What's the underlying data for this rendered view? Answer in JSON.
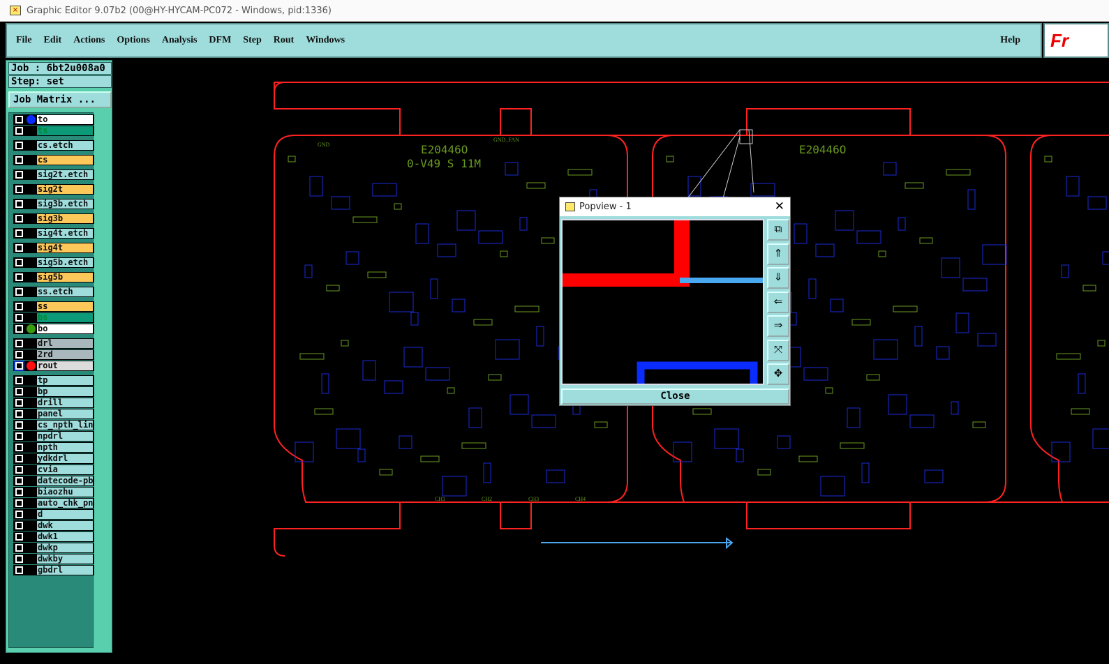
{
  "window": {
    "title": "Graphic Editor 9.07b2 (00@HY-HYCAM-PC072 - Windows, pid:1336)"
  },
  "menu": [
    "File",
    "Edit",
    "Actions",
    "Options",
    "Analysis",
    "DFM",
    "Step",
    "Rout",
    "Windows"
  ],
  "help": "Help",
  "logo": "Fr",
  "job": "Job : 6bt2u008a0",
  "step": "Step: set",
  "job_matrix": "Job Matrix ...",
  "layers": [
    {
      "name": "to",
      "color": "#ffffff",
      "dot": "#0a2cff"
    },
    {
      "name": "ts",
      "color": "#0c9a78"
    },
    {
      "name": "cs.etch",
      "color": "#9fdcdc",
      "gap": 1
    },
    {
      "name": "cs",
      "color": "#fcc85a",
      "gap": 1
    },
    {
      "name": "sig2t.etch",
      "color": "#9fdcdc",
      "gap": 1
    },
    {
      "name": "sig2t",
      "color": "#fcc85a",
      "gap": 1
    },
    {
      "name": "sig3b.etch",
      "color": "#9fdcdc",
      "gap": 1
    },
    {
      "name": "sig3b",
      "color": "#fcc85a",
      "gap": 1
    },
    {
      "name": "sig4t.etch",
      "color": "#9fdcdc",
      "gap": 1
    },
    {
      "name": "sig4t",
      "color": "#fcc85a",
      "gap": 1
    },
    {
      "name": "sig5b.etch",
      "color": "#9fdcdc",
      "gap": 1
    },
    {
      "name": "sig5b",
      "color": "#fcc85a",
      "gap": 1
    },
    {
      "name": "ss.etch",
      "color": "#9fdcdc",
      "gap": 1
    },
    {
      "name": "ss",
      "color": "#fcc85a",
      "gap": 1
    },
    {
      "name": "bs",
      "color": "#0c9a78"
    },
    {
      "name": "bo",
      "color": "#ffffff",
      "dot": "#3a9a10"
    },
    {
      "name": "drl",
      "color": "#a8b8bc",
      "gap": 1
    },
    {
      "name": "2rd",
      "color": "#a8b8bc"
    },
    {
      "name": "rout",
      "color": "#dcdcdc",
      "dot": "#ff1010",
      "active": true
    },
    {
      "name": "tp",
      "color": "#9fdcdc",
      "gap": 1
    },
    {
      "name": "bp",
      "color": "#9fdcdc"
    },
    {
      "name": "drill",
      "color": "#9fdcdc"
    },
    {
      "name": "panel",
      "color": "#9fdcdc"
    },
    {
      "name": "cs_npth_line",
      "color": "#9fdcdc"
    },
    {
      "name": "npdrl",
      "color": "#9fdcdc"
    },
    {
      "name": "npth",
      "color": "#9fdcdc"
    },
    {
      "name": "ydkdrl",
      "color": "#9fdcdc"
    },
    {
      "name": "cvia",
      "color": "#9fdcdc"
    },
    {
      "name": "datecode-pbe",
      "color": "#9fdcdc"
    },
    {
      "name": "biaozhu",
      "color": "#9fdcdc"
    },
    {
      "name": "auto_chk_pn",
      "color": "#9fdcdc"
    },
    {
      "name": "d",
      "color": "#9fdcdc"
    },
    {
      "name": "dwk",
      "color": "#9fdcdc"
    },
    {
      "name": "dwk1",
      "color": "#9fdcdc"
    },
    {
      "name": "dwkp",
      "color": "#9fdcdc"
    },
    {
      "name": "dwkby",
      "color": "#9fdcdc"
    },
    {
      "name": "gbdrl",
      "color": "#9fdcdc"
    }
  ],
  "board": {
    "part_no": "E20446O",
    "marking": "0-V49 S 11M",
    "labels": [
      "GND_FAN",
      "CH1",
      "CH2",
      "CH3",
      "CH4",
      "GND"
    ]
  },
  "popview": {
    "title": "Popview - 1",
    "close": "Close",
    "buttons": [
      "zoom-window-icon",
      "pan-up-icon",
      "pan-down-icon",
      "pan-left-icon",
      "pan-right-icon",
      "zoom-fit-icon",
      "pan-all-icon"
    ],
    "button_glyphs": [
      "⧉",
      "⇑",
      "⇓",
      "⇐",
      "⇒",
      "⤧",
      "✥"
    ]
  }
}
